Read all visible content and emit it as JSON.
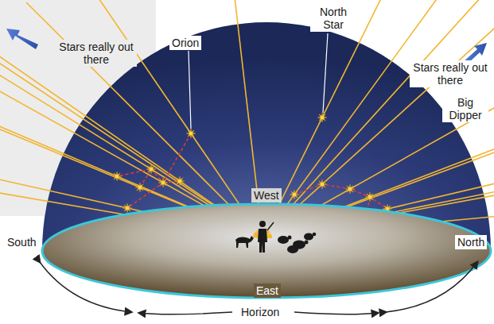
{
  "diagram": {
    "labels": [
      "Orion",
      "North Star",
      "Stars really out there",
      "Stars really out there",
      "Big Dipper",
      "West",
      "South",
      "North",
      "East",
      "Horizon"
    ]
  }
}
